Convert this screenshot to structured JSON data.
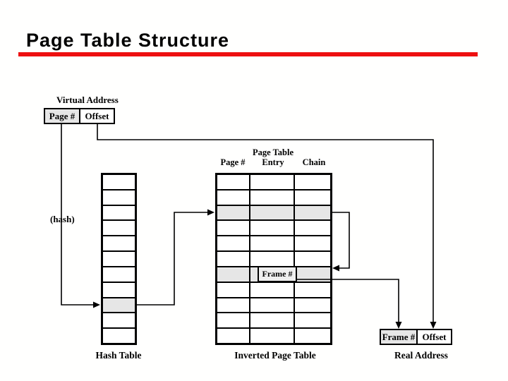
{
  "slide": {
    "title": "Page Table Structure"
  },
  "colors": {
    "accent_red": "#ee1010",
    "highlight_gray": "#e6e6e6"
  },
  "virtual_address": {
    "label": "Virtual Address",
    "page_field": "Page #",
    "offset_field": "Offset"
  },
  "hash": {
    "function_label": "(hash)",
    "rows": 11,
    "highlighted_row": 8,
    "caption": "Hash Table"
  },
  "inverted_page_table": {
    "column_headers": [
      "Page #",
      "Page Table Entry",
      "Chain"
    ],
    "rows": 11,
    "highlighted_rows": [
      2,
      6
    ],
    "frame_label": "Frame #",
    "caption": "Inverted Page Table"
  },
  "real_address": {
    "frame_field": "Frame #",
    "offset_field": "Offset",
    "caption": "Real Address"
  }
}
